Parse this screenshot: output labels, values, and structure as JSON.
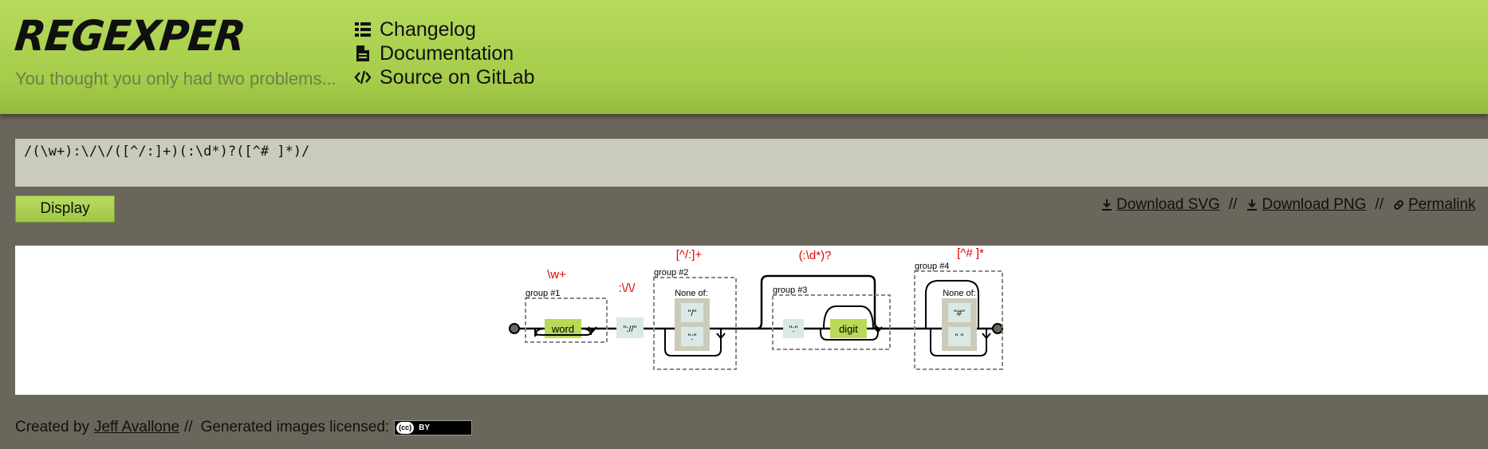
{
  "header": {
    "logo": "REGEXPER",
    "tagline": "You thought you only had two problems...",
    "nav": [
      {
        "label": "Changelog",
        "icon": "list-icon"
      },
      {
        "label": "Documentation",
        "icon": "document-icon"
      },
      {
        "label": "Source on GitLab",
        "icon": "code-icon"
      }
    ]
  },
  "input": {
    "regex": "/(\\w+):\\/\\/([^/:]+)(:\\d*)?([^# ]*)/"
  },
  "actions": {
    "display_label": "Display",
    "download_svg": "Download SVG",
    "download_png": "Download PNG",
    "permalink": "Permalink",
    "separator": "//"
  },
  "diagram": {
    "labels": {
      "w_plus": "\\w+",
      "slashes": ":\\/\\/",
      "class1": "[^/:]+",
      "port": "(:\\d*)?",
      "class2": "[^# ]*"
    },
    "groups": {
      "g1": "group #1",
      "g2": "group #2",
      "g3": "group #3",
      "g4": "group #4"
    },
    "nodes": {
      "word": "word",
      "literal_slashes": "\"://\"",
      "none_of_1": "None of:",
      "slash": "\"/\"",
      "colon": "\":\"",
      "colon_literal": "\":\"",
      "digit": "digit",
      "none_of_2": "None of:",
      "hash": "\"#\"",
      "space": "\" \""
    },
    "colors": {
      "label_red": "#e00000",
      "node_green": "#bada55",
      "literal": "#dae9e5",
      "charset": "#cbcbba"
    }
  },
  "footer": {
    "created_by": "Created by",
    "author": "Jeff Avallone",
    "separator": "//",
    "licensed": "Generated images licensed:",
    "badge_cc": "(cc)",
    "badge_by": "BY"
  }
}
